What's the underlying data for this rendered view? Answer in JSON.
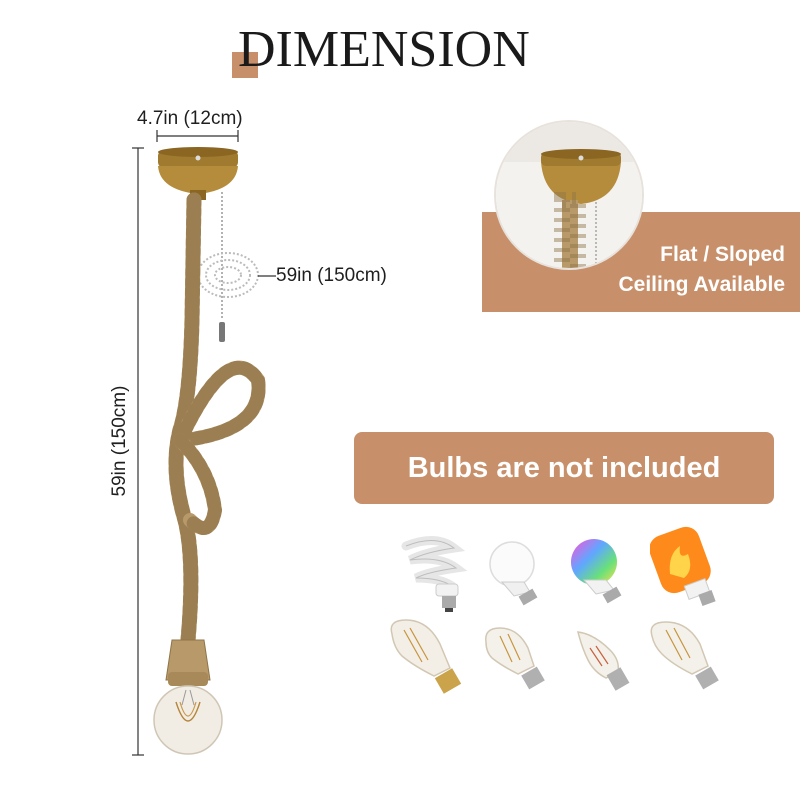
{
  "title": "DIMENSION",
  "dimensions": {
    "width": "4.7in (12cm)",
    "chain": "59in (150cm)",
    "height": "59in (150cm)"
  },
  "ceiling": {
    "line1": "Flat / Sloped",
    "line2": "Ceiling Available"
  },
  "bulbs_notice": "Bulbs are not included",
  "colors": {
    "accent": "#c8906a",
    "brass": "#b08a3a",
    "rope": "#b89a6a"
  },
  "bulb_icons": [
    "spiral-cfl-bulb-icon",
    "white-led-bulb-icon",
    "rgb-smart-bulb-icon",
    "flame-effect-bulb-icon",
    "st64-edison-bulb-icon",
    "st48-filament-bulb-icon",
    "candle-filament-bulb-icon",
    "st58-edison-bulb-icon"
  ]
}
